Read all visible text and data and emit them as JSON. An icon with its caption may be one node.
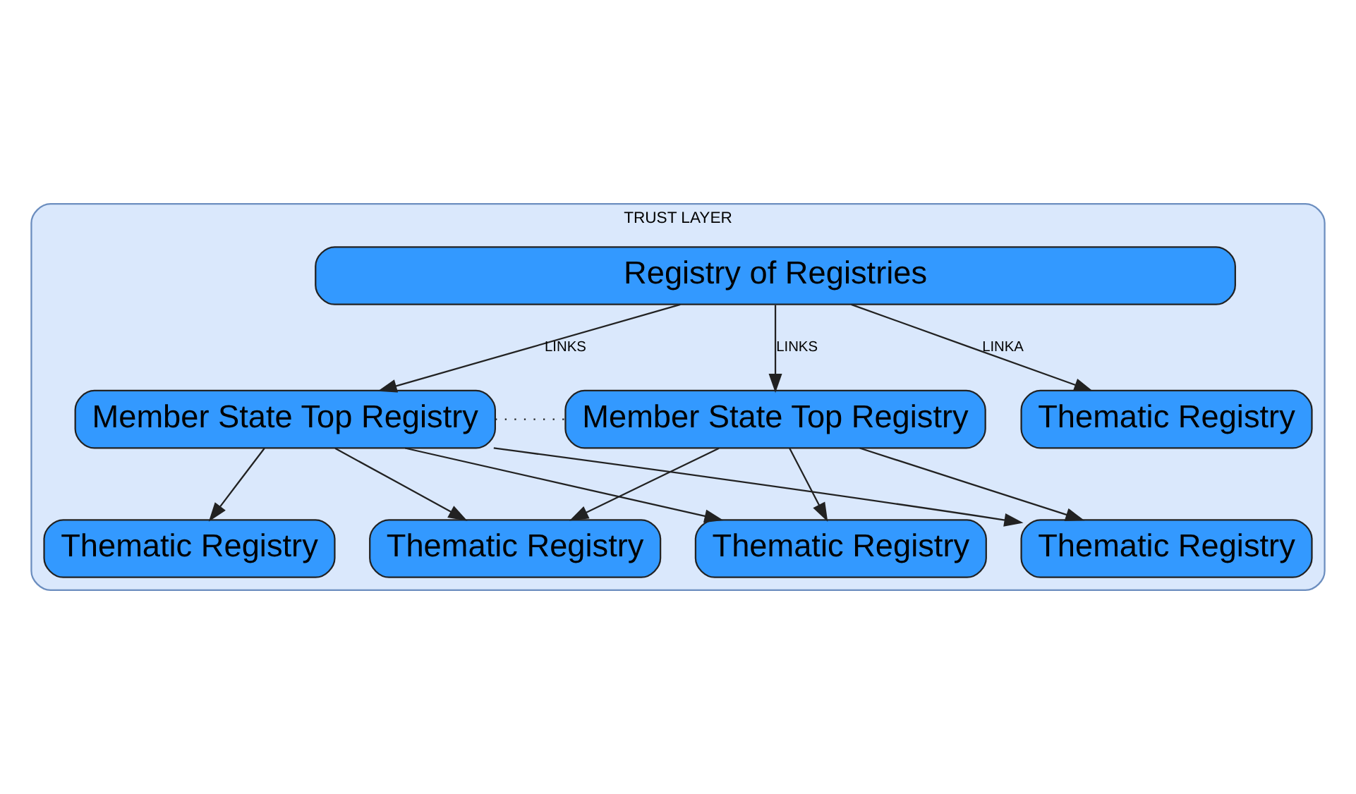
{
  "diagram": {
    "nodes": [
      {
        "text": [
          "TRUST LAYER"
        ]
      },
      {
        "text": [
          "Registry of Registries"
        ],
        "in": 0
      },
      {
        "text": [
          "Member State Top Registry"
        ],
        "in": 0
      },
      {
        "text": [
          "Member State Top Registry"
        ],
        "in": 0
      },
      {
        "text": [
          "Thematic Registry"
        ],
        "in": 0
      },
      {
        "text": [
          "Thematic Registry"
        ],
        "in": 0
      },
      {
        "text": [
          "Thematic Registry"
        ],
        "in": 0
      },
      {
        "text": [
          "Thematic Registry"
        ],
        "in": 0
      },
      {
        "text": [
          "Thematic Registry"
        ],
        "in": 0
      }
    ],
    "edges": [
      {
        "from": 1,
        "to": 2,
        "arrow": "to",
        "label": "LINKS"
      },
      {
        "from": 1,
        "to": 3,
        "arrow": "to",
        "label": "LINKS"
      },
      {
        "from": 1,
        "to": 8,
        "arrow": "to",
        "label": "LINKA"
      },
      {
        "from": 2,
        "to": 3,
        "arrow": "none",
        "style": "dashed"
      },
      {
        "from": 2,
        "to": 4,
        "arrow": "to"
      },
      {
        "from": 2,
        "to": 5,
        "arrow": "to"
      },
      {
        "from": 2,
        "to": 6,
        "arrow": "to"
      },
      {
        "from": 2,
        "to": 7,
        "arrow": "to"
      },
      {
        "from": 3,
        "to": 5,
        "arrow": "to"
      },
      {
        "from": 3,
        "to": 6,
        "arrow": "to"
      },
      {
        "from": 3,
        "to": 7,
        "arrow": "to"
      }
    ]
  }
}
